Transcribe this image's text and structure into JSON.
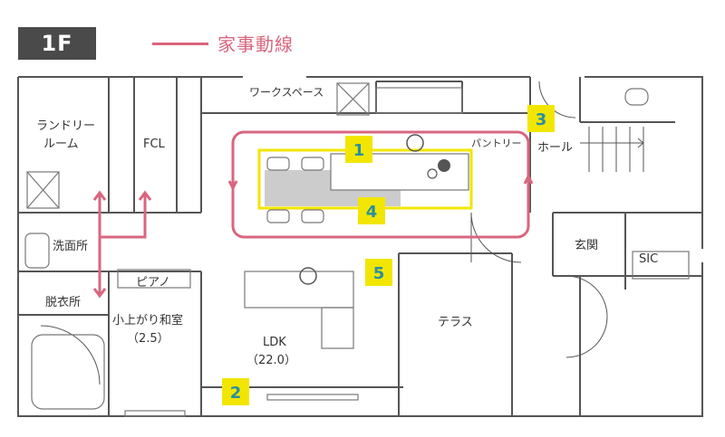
{
  "floor_label": "1F",
  "legend": {
    "label": "家事動線",
    "color": "#d9667e"
  },
  "colors": {
    "wall": "#555555",
    "counter": "#cccccc",
    "highlight": "#f2e600",
    "path": "#d9667e",
    "number_text": "#2a8fa0"
  },
  "rooms": {
    "laundry_line1": "ランドリー",
    "laundry_line2": "ルーム",
    "fcl": "FCL",
    "workspace": "ワークスペース",
    "pantry": "パントリー",
    "hall": "ホール",
    "washroom": "洗面所",
    "dressing": "脱衣所",
    "piano": "ピアノ",
    "tatami": "小上がり和室",
    "tatami_size": "（2.5）",
    "ldk": "LDK",
    "ldk_size": "（22.0）",
    "terrace": "テラス",
    "entrance": "玄関",
    "sic": "SIC"
  },
  "markers": [
    "1",
    "2",
    "3",
    "4",
    "5"
  ]
}
